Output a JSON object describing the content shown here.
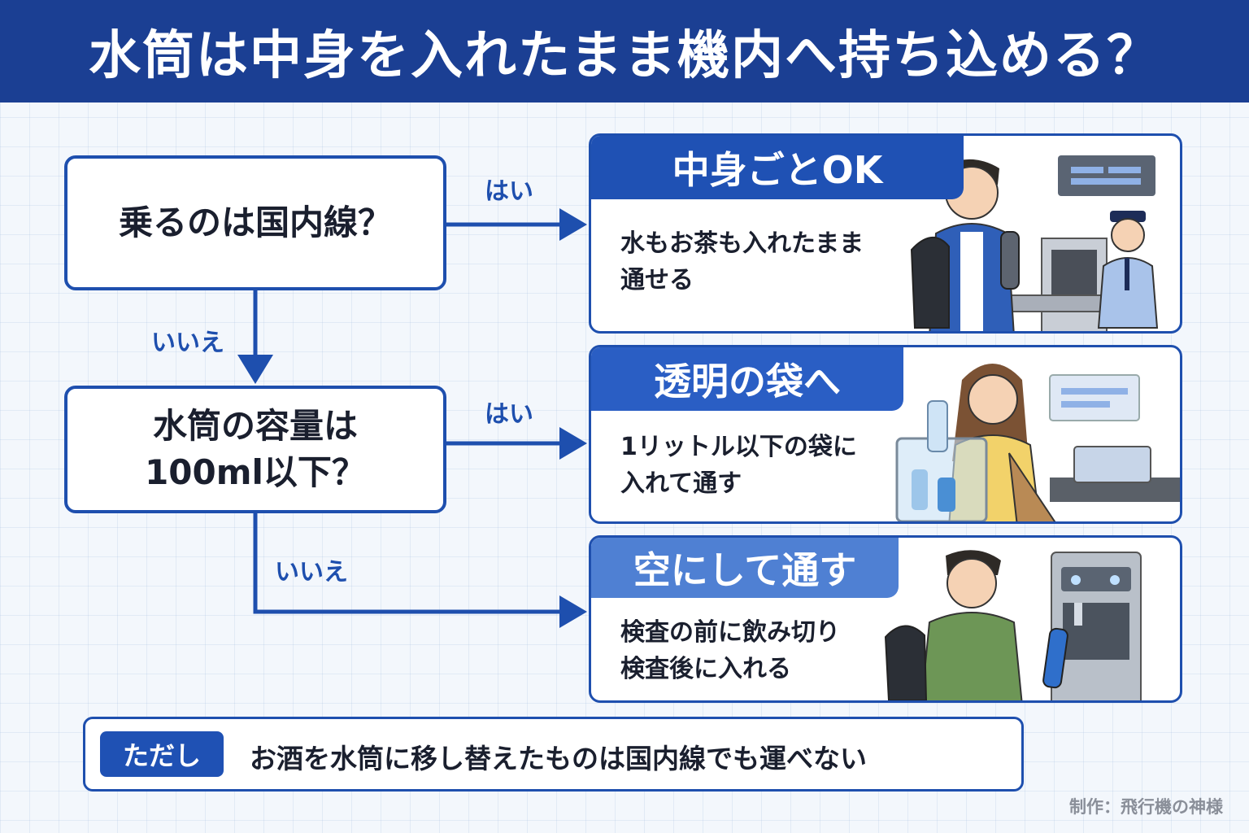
{
  "title": "水筒は中身を入れたまま機内へ持ち込める？",
  "questions": {
    "q1": "乗るのは国内線？",
    "q2_line1": "水筒の容量は",
    "q2_line2": "100ml以下？"
  },
  "labels": {
    "yes1": "はい",
    "no1": "いいえ",
    "yes2": "はい",
    "no2": "いいえ"
  },
  "results": [
    {
      "heading": "中身ごとOK",
      "line1": "水もお茶も入れたまま",
      "line2": "通せる"
    },
    {
      "heading": "透明の袋へ",
      "line1": "1リットル以下の袋に",
      "line2": "入れて通す"
    },
    {
      "heading": "空にして通す",
      "line1": "検査の前に飲み切り",
      "line2": "検査後に入れる"
    }
  ],
  "note": {
    "badge": "ただし",
    "text": "お酒を水筒に移し替えたものは国内線でも運べない"
  },
  "credit": "制作：飛行機の神様",
  "colors": {
    "banner": "#1b3f93",
    "accent": "#1e4fae",
    "grid_background": "#f3f7fc"
  },
  "icons": [
    "traveler-with-bottle",
    "security-guard",
    "xray-scanner",
    "woman-with-clear-bag",
    "man-at-water-fountain"
  ]
}
